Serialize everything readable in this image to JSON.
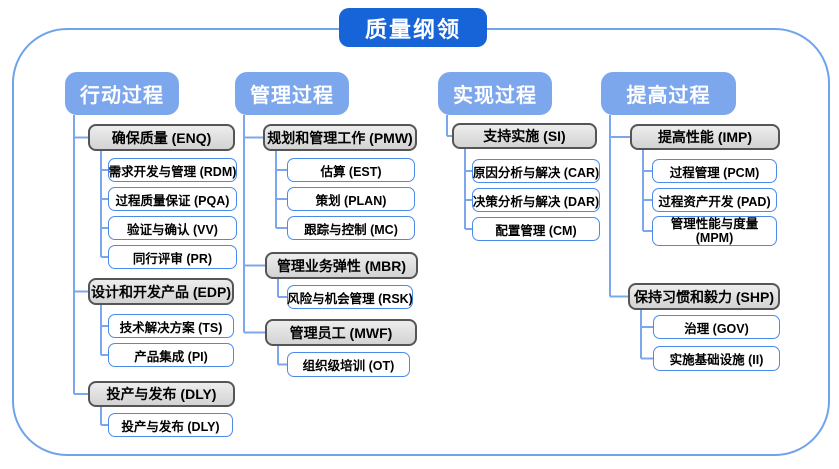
{
  "title": "质量纲领",
  "colors": {
    "title_bg": "#1763d8",
    "header_bg": "#7da7ec",
    "connector": "#7da7ec",
    "parent_bg": "#dedede",
    "parent_border": "#555555",
    "child_border": "#4a8bea",
    "frame_border": "#6fa3ea"
  },
  "columns": [
    {
      "header": "行动过程",
      "groups": [
        {
          "parent": "确保质量 (ENQ)",
          "children": [
            "需求开发与管理 (RDM)",
            "过程质量保证 (PQA)",
            "验证与确认 (VV)",
            "同行评审 (PR)"
          ]
        },
        {
          "parent": "设计和开发产品 (EDP)",
          "children": [
            "技术解决方案 (TS)",
            "产品集成 (PI)"
          ]
        },
        {
          "parent": "投产与发布 (DLY)",
          "children": [
            "投产与发布 (DLY)"
          ]
        }
      ]
    },
    {
      "header": "管理过程",
      "groups": [
        {
          "parent": "规划和管理工作 (PMW)",
          "children": [
            "估算 (EST)",
            "策划 (PLAN)",
            "跟踪与控制 (MC)"
          ]
        },
        {
          "parent": "管理业务弹性 (MBR)",
          "children": [
            "风险与机会管理 (RSK)"
          ]
        },
        {
          "parent": "管理员工 (MWF)",
          "children": [
            "组织级培训 (OT)"
          ]
        }
      ]
    },
    {
      "header": "实现过程",
      "groups": [
        {
          "parent": "支持实施 (SI)",
          "children": [
            "原因分析与解决 (CAR)",
            "决策分析与解决 (DAR)",
            "配置管理 (CM)"
          ]
        }
      ]
    },
    {
      "header": "提高过程",
      "groups": [
        {
          "parent": "提高性能 (IMP)",
          "children": [
            "过程管理 (PCM)",
            "过程资产开发 (PAD)",
            "管理性能与度量 (MPM)"
          ]
        },
        {
          "parent": "保持习惯和毅力 (SHP)",
          "children": [
            "治理 (GOV)",
            "实施基础设施 (II)"
          ]
        }
      ]
    }
  ]
}
